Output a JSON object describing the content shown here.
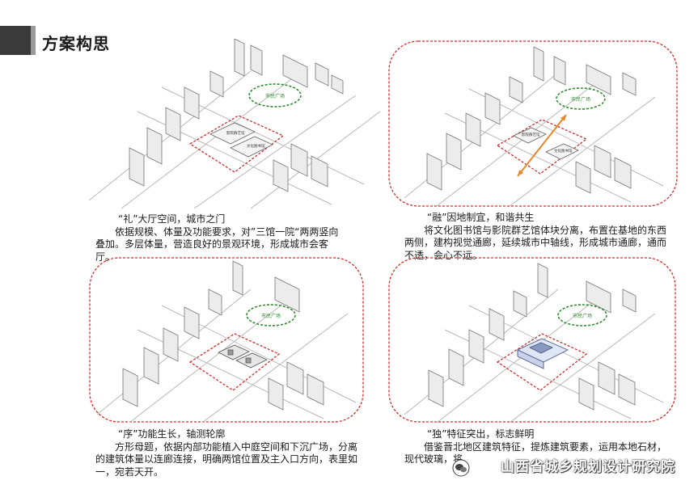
{
  "title": "方案构思",
  "panels": [
    {
      "plaza_label": "市民广场",
      "building_labels": [
        "影院群艺馆",
        "文化图书馆"
      ],
      "caption_title": "“礼”大厅空间，城市之门",
      "caption_body": "依据规模、体量及功能要求，对”三馆一院“两两竖向叠加。多层体量，营造良好的景观环境，形成城市会客厅。"
    },
    {
      "plaza_label": "市民广场",
      "building_labels": [
        "影院群艺馆",
        "文化图书馆"
      ],
      "caption_title": "“融”因地制宜，和谐共生",
      "caption_body": "将文化图书馆与影院群艺馆体块分离，布置在基地的东西两侧，建构视觉通廊，延续城市中轴线，形成城市通廊，通而不透，会心不远。"
    },
    {
      "plaza_label": "市民广场",
      "building_labels": [],
      "caption_title": "“序”功能生长，轴测轮廓",
      "caption_body": "方形母题，依据内部功能植入中庭空间和下沉广场，分离的建筑体量以连廊连接，明确两馆位置及主入口方向，表里如一，宛若天开。"
    },
    {
      "plaza_label": "市民广场",
      "building_labels": [],
      "caption_title": "“独”特征突出，标志鲜明",
      "caption_body": "借鉴晋北地区建筑特征，提炼建筑要素，运用本地石材，现代玻璃，将"
    }
  ],
  "watermark": "山西省城乡规划设计研究院",
  "colors": {
    "dash": "#d42b2b",
    "axis": "#e8872a",
    "plaza": "#2e8b2e",
    "building": "#e6e6e6",
    "shadow": "#c8c8c8"
  }
}
